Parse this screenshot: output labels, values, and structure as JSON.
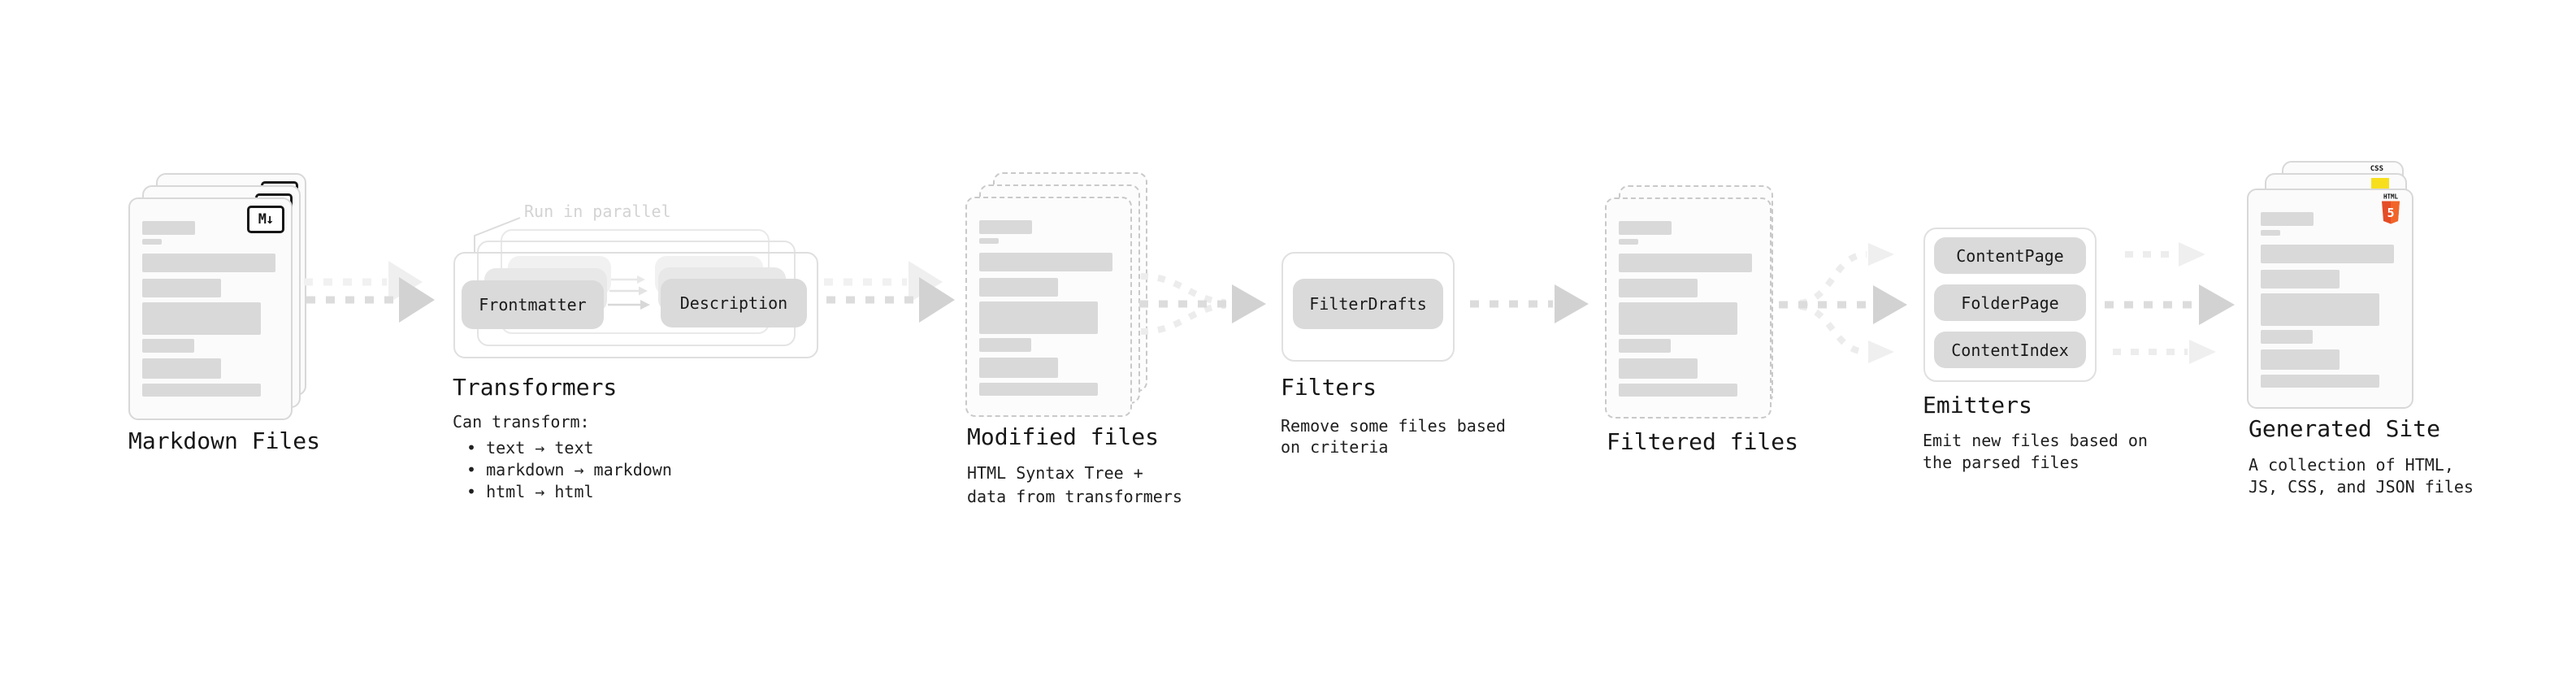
{
  "palette": {
    "bar_gray": "#d9d9d9",
    "node_gray": "#dadada",
    "arrow_gray": "#d2d2d2",
    "dash_gray": "#dcdcdc",
    "ghost_gray": "#f0f0f0",
    "annotation_gray": "#d3d3d3",
    "js_yellow": "#f7df1e",
    "css_blue": "#1a6ef5",
    "html5_orange": "#e44d26"
  },
  "markdown": {
    "label": "Markdown Files",
    "badge": "M↓"
  },
  "transformers": {
    "annotation": "Run in parallel",
    "node_a": "Frontmatter",
    "node_b": "Description",
    "title": "Transformers",
    "desc_heading": "Can transform:",
    "bullets": [
      "• text → text",
      "• markdown → markdown",
      "• html → html"
    ]
  },
  "modified": {
    "label": "Modified files",
    "desc": [
      "HTML Syntax Tree +",
      "data from transformers"
    ]
  },
  "filters": {
    "title": "Filters",
    "node": "FilterDrafts",
    "desc": [
      "Remove some files based",
      "on criteria"
    ]
  },
  "filtered": {
    "label": "Filtered files"
  },
  "emitters": {
    "title": "Emitters",
    "nodes": [
      "ContentPage",
      "FolderPage",
      "ContentIndex"
    ],
    "desc": [
      "Emit new files based on",
      "the parsed files"
    ]
  },
  "generated": {
    "label": "Generated Site",
    "badge_css": "CSS",
    "badge_html_text": "HTML",
    "badge_html_number": "5",
    "desc": [
      "A collection of HTML,",
      "JS, CSS, and JSON files"
    ]
  }
}
